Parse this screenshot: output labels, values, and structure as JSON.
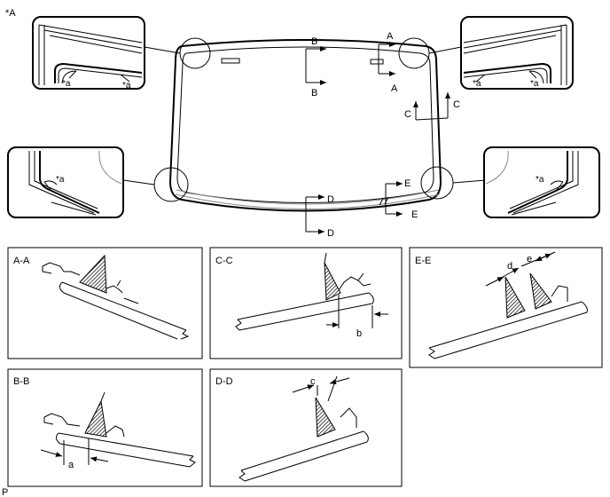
{
  "figure": {
    "corner_label": "*A",
    "footer_label": "P",
    "callout_marker": "*a",
    "sections": [
      {
        "id": "AA",
        "label": "A-A",
        "dimension": ""
      },
      {
        "id": "CC",
        "label": "C-C",
        "dimension": "b"
      },
      {
        "id": "EE",
        "label": "E-E",
        "dimension_1": "d",
        "dimension_2": "e"
      },
      {
        "id": "BB",
        "label": "B-B",
        "dimension": "a"
      },
      {
        "id": "DD",
        "label": "D-D",
        "dimension": "c"
      }
    ],
    "cut_letters": {
      "A": "A",
      "B": "B",
      "C": "C",
      "D": "D",
      "E": "E"
    }
  }
}
